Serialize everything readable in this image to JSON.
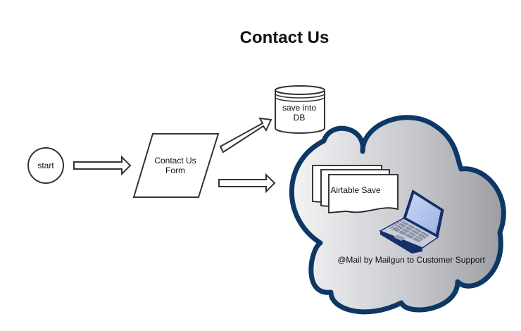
{
  "title": "Contact Us",
  "nodes": {
    "start": {
      "label": "start"
    },
    "form": {
      "line1": "Contact Us",
      "line2": "Form"
    },
    "db": {
      "line1": "save into",
      "line2": "DB"
    },
    "airtable": {
      "label": "Airtable Save"
    },
    "mailgun": {
      "label": "@Mail by Mailgun to Customer Support"
    }
  },
  "icons": {
    "cloud": "cloud-icon",
    "laptop": "laptop-icon",
    "documents": "multi-document-icon",
    "database": "database-cylinder-icon"
  },
  "colors": {
    "stroke": "#333333",
    "cloud_border": "#0d3866",
    "cloud_fill_light": "#f4f4f6",
    "cloud_fill_dark": "#9c9ea4",
    "laptop_screen": "#b9c9ee",
    "laptop_body": "#c7ccd8",
    "laptop_dark": "#15306b"
  }
}
